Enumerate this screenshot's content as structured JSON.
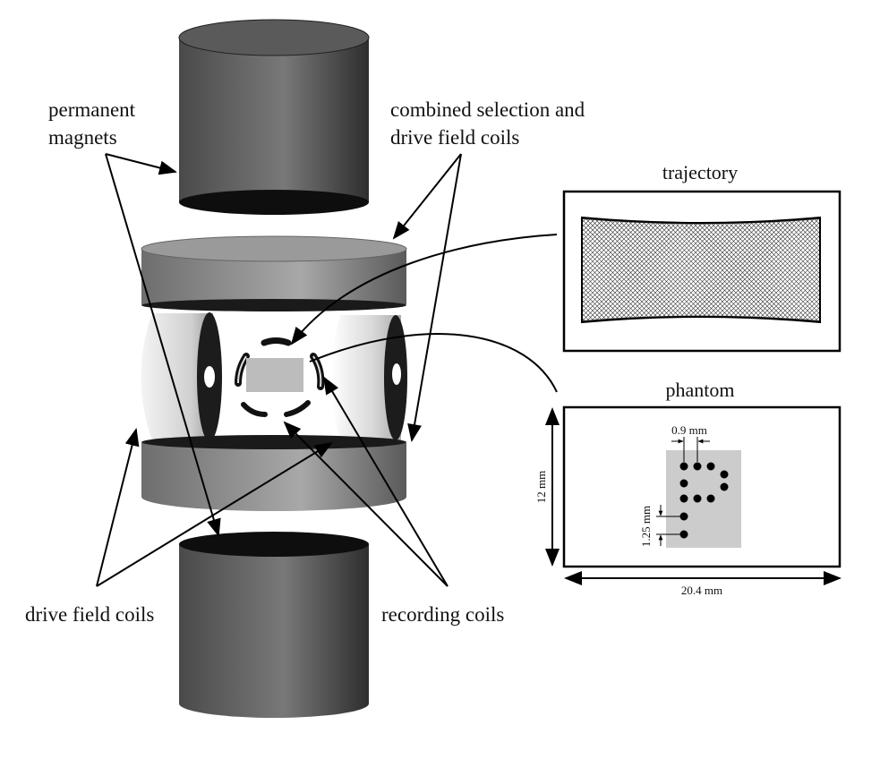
{
  "labels": {
    "permanent_magnets_line1": "permanent",
    "permanent_magnets_line2": "magnets",
    "combined_line1": "combined selection and",
    "combined_line2": "drive field coils",
    "drive_field_coils": "drive field coils",
    "recording_coils": "recording coils"
  },
  "trajectory": {
    "title": "trajectory"
  },
  "phantom": {
    "title": "phantom",
    "spacing_label": "0.9 mm",
    "pitch_label": "1.25 mm",
    "height_label": "12 mm",
    "width_label": "20.4 mm"
  },
  "colors": {
    "magnet_dark": "#3a3a3a",
    "magnet_light": "#6e6e6e",
    "coil_gray": "#8a8a8a",
    "phantom_gray": "#c8c8c8",
    "ink": "#000000"
  }
}
